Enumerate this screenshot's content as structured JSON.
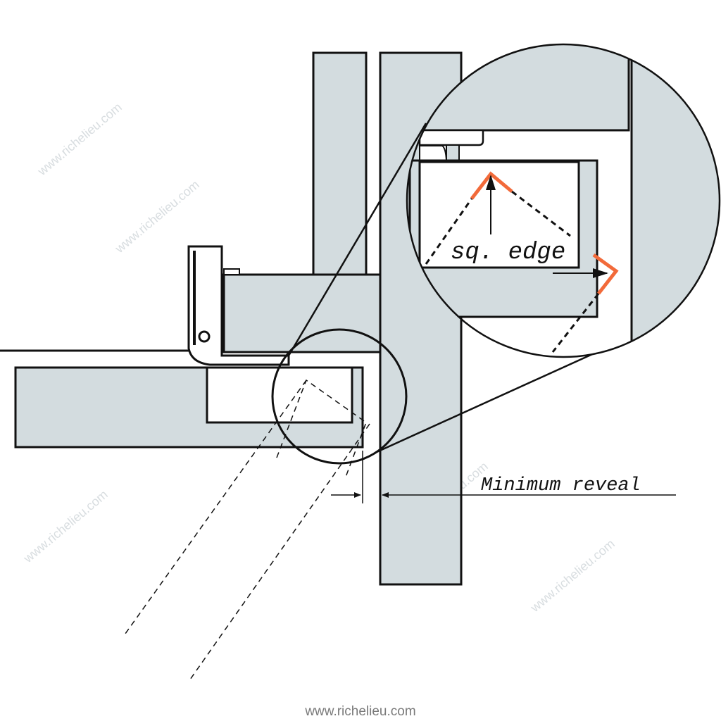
{
  "diagram": {
    "zoom_label": "sq. edge",
    "dimension_label": "Minimum reveal",
    "footer": "www.richelieu.com",
    "watermark": "www.richelieu.com",
    "colors": {
      "panel": "#d3dcdf",
      "stroke": "#111111",
      "highlight": "#f26a3a"
    }
  }
}
